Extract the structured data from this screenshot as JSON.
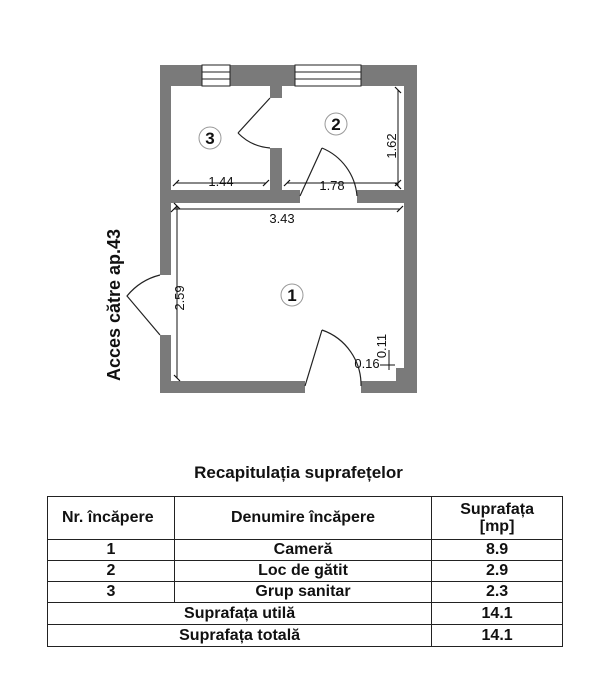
{
  "access_label": "Acces către ap.43",
  "rooms": [
    {
      "number": "1"
    },
    {
      "number": "2"
    },
    {
      "number": "3"
    }
  ],
  "dimensions": {
    "room3_width": "1.44",
    "room2_width": "1.78",
    "room2_height": "1.62",
    "room1_width": "3.43",
    "room1_height": "2.59",
    "niche_width": "0.16",
    "niche_depth": "0.11"
  },
  "table": {
    "title": "Recapitulația suprafețelor",
    "headers": {
      "number": "Nr. încăpere",
      "name": "Denumire încăpere",
      "area_line1": "Suprafața",
      "area_line2": "[mp]"
    },
    "rows": [
      {
        "nr": "1",
        "name": "Cameră",
        "area": "8.9"
      },
      {
        "nr": "2",
        "name": "Loc de gătit",
        "area": "2.9"
      },
      {
        "nr": "3",
        "name": "Grup sanitar",
        "area": "2.3"
      }
    ],
    "useful_label": "Suprafața utilă",
    "useful_value": "14.1",
    "total_label": "Suprafața totală",
    "total_value": "14.1"
  },
  "colors": {
    "wall": "#7a7a7a",
    "line": "#222222"
  }
}
